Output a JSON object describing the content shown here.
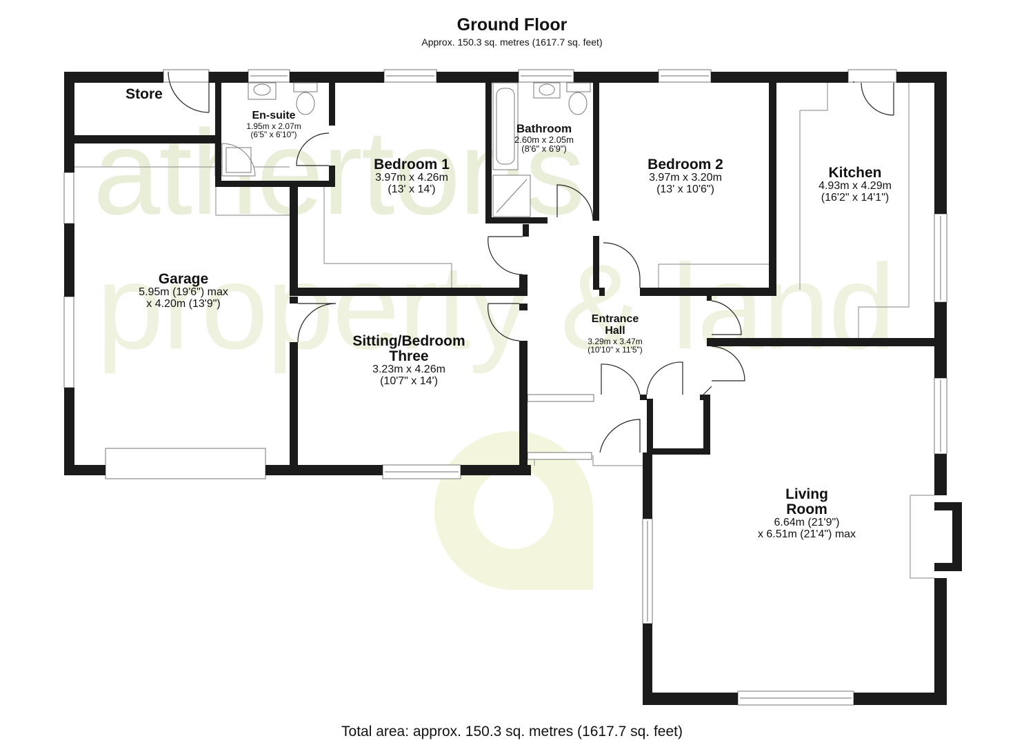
{
  "header": {
    "title": "Ground Floor",
    "subtitle": "Approx. 150.3 sq. metres (1617.7 sq. feet)"
  },
  "footer": {
    "total": "Total area: approx. 150.3 sq. metres (1617.7 sq. feet)"
  },
  "watermark": {
    "line1": "athertons",
    "line2": "property & land",
    "color": "#e9eed9"
  },
  "colors": {
    "wall": "#1b1b1b",
    "line": "#9a9a9a",
    "background": "#ffffff"
  },
  "rooms": {
    "store": {
      "name": "Store"
    },
    "ensuite": {
      "name": "En-suite",
      "metric": "1.95m x 2.07m",
      "imperial": "(6'5\" x 6'10\")"
    },
    "bedroom1": {
      "name": "Bedroom 1",
      "metric": "3.97m x 4.26m",
      "imperial": "(13' x 14')"
    },
    "bathroom": {
      "name": "Bathroom",
      "metric": "2.60m x 2.05m",
      "imperial": "(8'6\" x 6'9\")"
    },
    "bedroom2": {
      "name": "Bedroom 2",
      "metric": "3.97m x 3.20m",
      "imperial": "(13' x 10'6\")"
    },
    "kitchen": {
      "name": "Kitchen",
      "metric": "4.93m x 4.29m",
      "imperial": "(16'2\" x 14'1\")"
    },
    "garage": {
      "name": "Garage",
      "metric": "5.95m (19'6\") max",
      "imperial": "x 4.20m (13'9\")"
    },
    "sitting": {
      "name1": "Sitting/Bedroom",
      "name2": "Three",
      "metric": "3.23m x 4.26m",
      "imperial": "(10'7\" x 14')"
    },
    "hall": {
      "name1": "Entrance",
      "name2": "Hall",
      "metric": "3.29m x 3.47m",
      "imperial": "(10'10\" x 11'5\")"
    },
    "living": {
      "name1": "Living",
      "name2": "Room",
      "metric": "6.64m (21'9\")",
      "imperial": "x 6.51m (21'4\") max"
    }
  }
}
